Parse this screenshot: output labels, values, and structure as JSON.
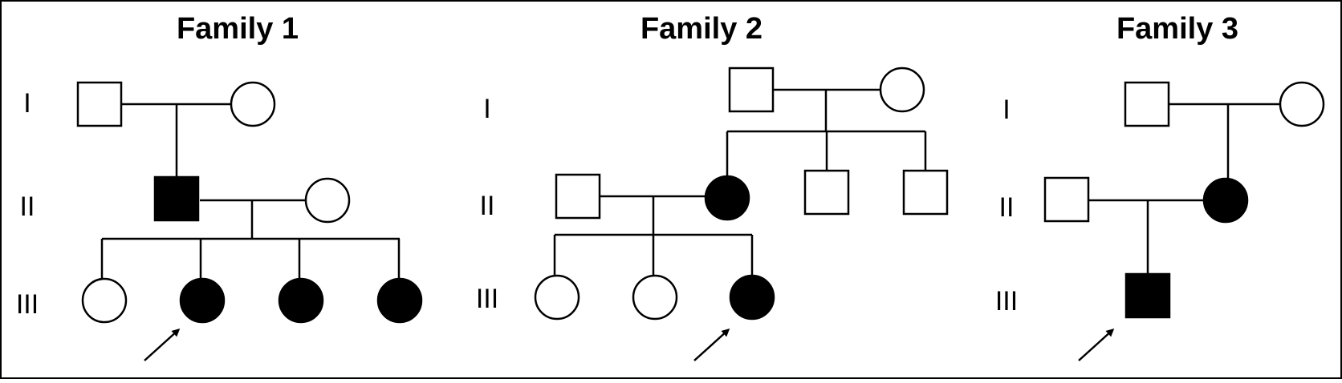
{
  "figure": {
    "families": [
      {
        "title": "Family 1",
        "generations": [
          "I",
          "II",
          "III"
        ],
        "individuals": [
          {
            "id": "I-1",
            "sex": "male",
            "affected": false
          },
          {
            "id": "I-2",
            "sex": "female",
            "affected": false
          },
          {
            "id": "II-1",
            "sex": "male",
            "affected": true
          },
          {
            "id": "II-2",
            "sex": "female",
            "affected": false
          },
          {
            "id": "III-1",
            "sex": "female",
            "affected": false
          },
          {
            "id": "III-2",
            "sex": "female",
            "affected": true,
            "proband": true
          },
          {
            "id": "III-3",
            "sex": "female",
            "affected": true
          },
          {
            "id": "III-4",
            "sex": "female",
            "affected": true
          }
        ]
      },
      {
        "title": "Family 2",
        "generations": [
          "I",
          "II",
          "III"
        ],
        "individuals": [
          {
            "id": "I-1",
            "sex": "male",
            "affected": false
          },
          {
            "id": "I-2",
            "sex": "female",
            "affected": false
          },
          {
            "id": "II-1",
            "sex": "male",
            "affected": false
          },
          {
            "id": "II-2",
            "sex": "female",
            "affected": true
          },
          {
            "id": "II-3",
            "sex": "male",
            "affected": false
          },
          {
            "id": "II-4",
            "sex": "male",
            "affected": false
          },
          {
            "id": "III-1",
            "sex": "female",
            "affected": false
          },
          {
            "id": "III-2",
            "sex": "female",
            "affected": false
          },
          {
            "id": "III-3",
            "sex": "female",
            "affected": true,
            "proband": true
          }
        ]
      },
      {
        "title": "Family 3",
        "generations": [
          "I",
          "II",
          "III"
        ],
        "individuals": [
          {
            "id": "I-1",
            "sex": "male",
            "affected": false
          },
          {
            "id": "I-2",
            "sex": "female",
            "affected": false
          },
          {
            "id": "II-1",
            "sex": "male",
            "affected": false
          },
          {
            "id": "II-2",
            "sex": "female",
            "affected": true
          },
          {
            "id": "III-1",
            "sex": "male",
            "affected": true,
            "proband": true
          }
        ]
      }
    ],
    "colors": {
      "affected": "#000000",
      "unaffected": "#ffffff",
      "line": "#000000"
    }
  }
}
